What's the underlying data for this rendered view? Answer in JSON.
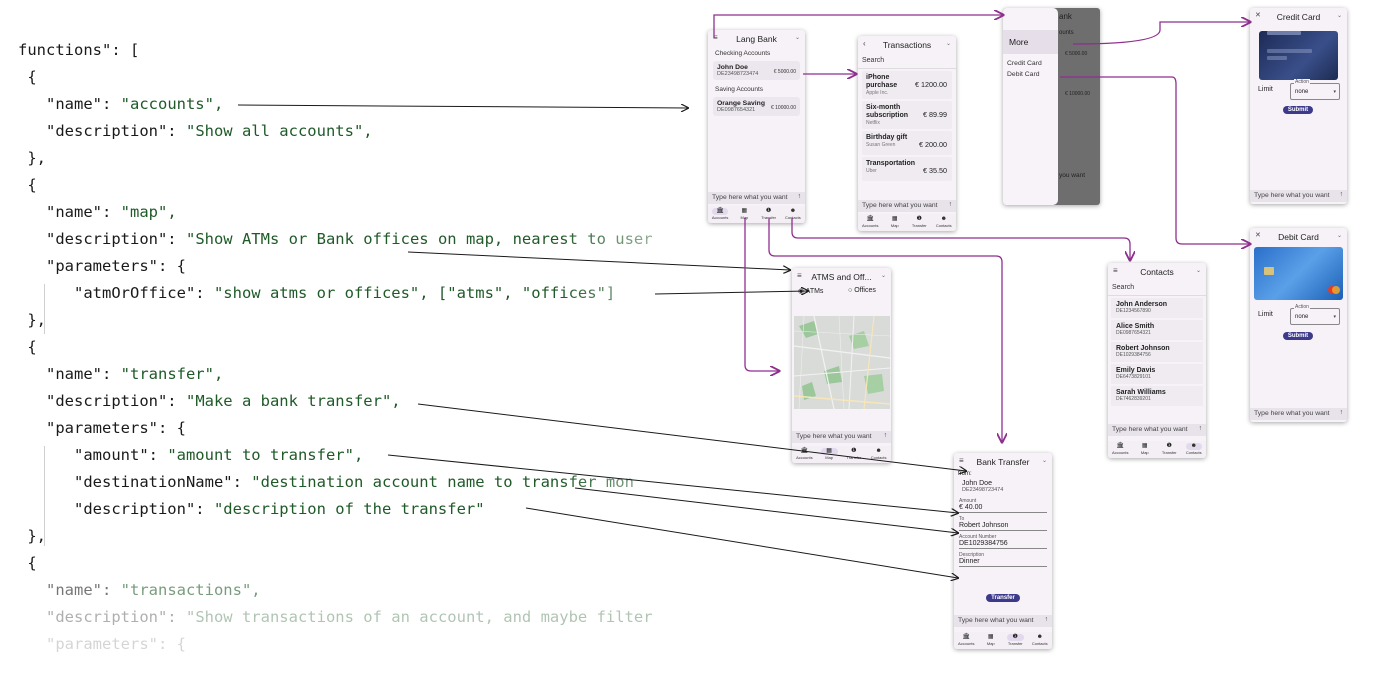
{
  "code": {
    "lines": [
      {
        "key": "functions\": [",
        "val": ""
      },
      {
        "key": " {",
        "val": ""
      },
      {
        "key": "   \"name\": ",
        "val": "\"accounts\","
      },
      {
        "key": "   \"description\": ",
        "val": "\"Show all accounts\","
      },
      {
        "key": " },",
        "val": ""
      },
      {
        "key": " {",
        "val": ""
      },
      {
        "key": "   \"name\": ",
        "val": "\"map\","
      },
      {
        "key": "   \"description\": ",
        "val": "\"Show ATMs or Bank offices on map, nearest to user"
      },
      {
        "key": "   \"parameters\": {",
        "val": ""
      },
      {
        "key": "      \"atmOrOffice\": ",
        "val": "\"show atms or offices\", [\"atms\", \"offices\"]"
      },
      {
        "key": " },",
        "val": ""
      },
      {
        "key": " {",
        "val": ""
      },
      {
        "key": "   \"name\": ",
        "val": "\"transfer\","
      },
      {
        "key": "   \"description\": ",
        "val": "\"Make a bank transfer\","
      },
      {
        "key": "   \"parameters\": {",
        "val": ""
      },
      {
        "key": "      \"amount\": ",
        "val": "\"amount to transfer\","
      },
      {
        "key": "      \"destinationName\": ",
        "val": "\"destination account name to transfer mon"
      },
      {
        "key": "      \"description\": ",
        "val": "\"description of the transfer\""
      },
      {
        "key": " },",
        "val": ""
      },
      {
        "key": " {",
        "val": ""
      },
      {
        "key": "   \"name\": ",
        "val": "\"transactions\","
      },
      {
        "key": "   \"description\": ",
        "val": "\"Show transactions of an account, and maybe filter"
      },
      {
        "key": "   \"parameters\": {",
        "val": ""
      }
    ]
  },
  "common": {
    "type_here": "Type here what you want",
    "send_arrow": "↑",
    "menu_icon": "≡",
    "back_icon": "‹",
    "more_icon": "⌄",
    "nav": [
      {
        "label": "Accounts",
        "icon": "🏛"
      },
      {
        "label": "Map",
        "icon": "▦"
      },
      {
        "label": "Transfer",
        "icon": "❶"
      },
      {
        "label": "Contacts",
        "icon": "☻"
      }
    ]
  },
  "accounts_screen": {
    "title": "Lang Bank",
    "checking_label": "Checking Accounts",
    "checking": {
      "name": "John Doe",
      "iban": "DE23498723474",
      "amount": "€ 5000.00"
    },
    "saving_label": "Saving Accounts",
    "saving": {
      "name": "Orange Saving",
      "iban": "DE0987654321",
      "amount": "€ 10000.00"
    }
  },
  "transactions_screen": {
    "title": "Transactions",
    "search": "Search",
    "items": [
      {
        "title": "iPhone purchase",
        "sub": "Apple Inc.",
        "amount": "€ 1200.00"
      },
      {
        "title": "Six-month subscription",
        "sub": "Netflix",
        "amount": "€ 89.99"
      },
      {
        "title": "Birthday gift",
        "sub": "Susan Green",
        "amount": "€ 200.00"
      },
      {
        "title": "Transportation",
        "sub": "Uber",
        "amount": "€ 35.50"
      }
    ]
  },
  "more_screen": {
    "title": "More",
    "items": [
      "Credit Card",
      "Debit Card"
    ],
    "bg_title": "ank",
    "bg_line": "ounts",
    "bg_amt1": "€ 5000.00",
    "bg_amt2": "€ 10000.00",
    "bg_type": "you want"
  },
  "credit_screen": {
    "title": "Credit Card",
    "limit": "Limit",
    "action_label": "Action",
    "action_value": "none",
    "submit": "Submit"
  },
  "debit_screen": {
    "title": "Debit Card",
    "limit": "Limit",
    "action_label": "Action",
    "action_value": "none",
    "submit": "Submit"
  },
  "map_screen": {
    "title": "ATMS and Off...",
    "opt_atms": "ATMs",
    "opt_offices": "Offices"
  },
  "contacts_screen": {
    "title": "Contacts",
    "search": "Search",
    "items": [
      {
        "name": "John Anderson",
        "iban": "DE1234567890"
      },
      {
        "name": "Alice Smith",
        "iban": "DE0987654321"
      },
      {
        "name": "Robert Johnson",
        "iban": "DE1029384756"
      },
      {
        "name": "Emily Davis",
        "iban": "DE6473829101"
      },
      {
        "name": "Sarah Williams",
        "iban": "DE7462839201"
      }
    ]
  },
  "transfer_screen": {
    "title": "Bank Transfer",
    "from_label": "from:",
    "from_name": "John Doe",
    "from_iban": "DE23498723474",
    "amount_label": "Amount",
    "amount_value": "€ 40.00",
    "to_label": "To",
    "to_value": "Robert Johnson",
    "acct_label": "Account Number",
    "acct_value": "DE1029384756",
    "desc_label": "Description",
    "desc_value": "Dinner",
    "button": "Transfer"
  },
  "colors": {
    "arrow_black": "#1a1a1a",
    "arrow_purple": "#8e2f8e",
    "code_value": "#1f5a28",
    "button": "#3d3a8c"
  }
}
